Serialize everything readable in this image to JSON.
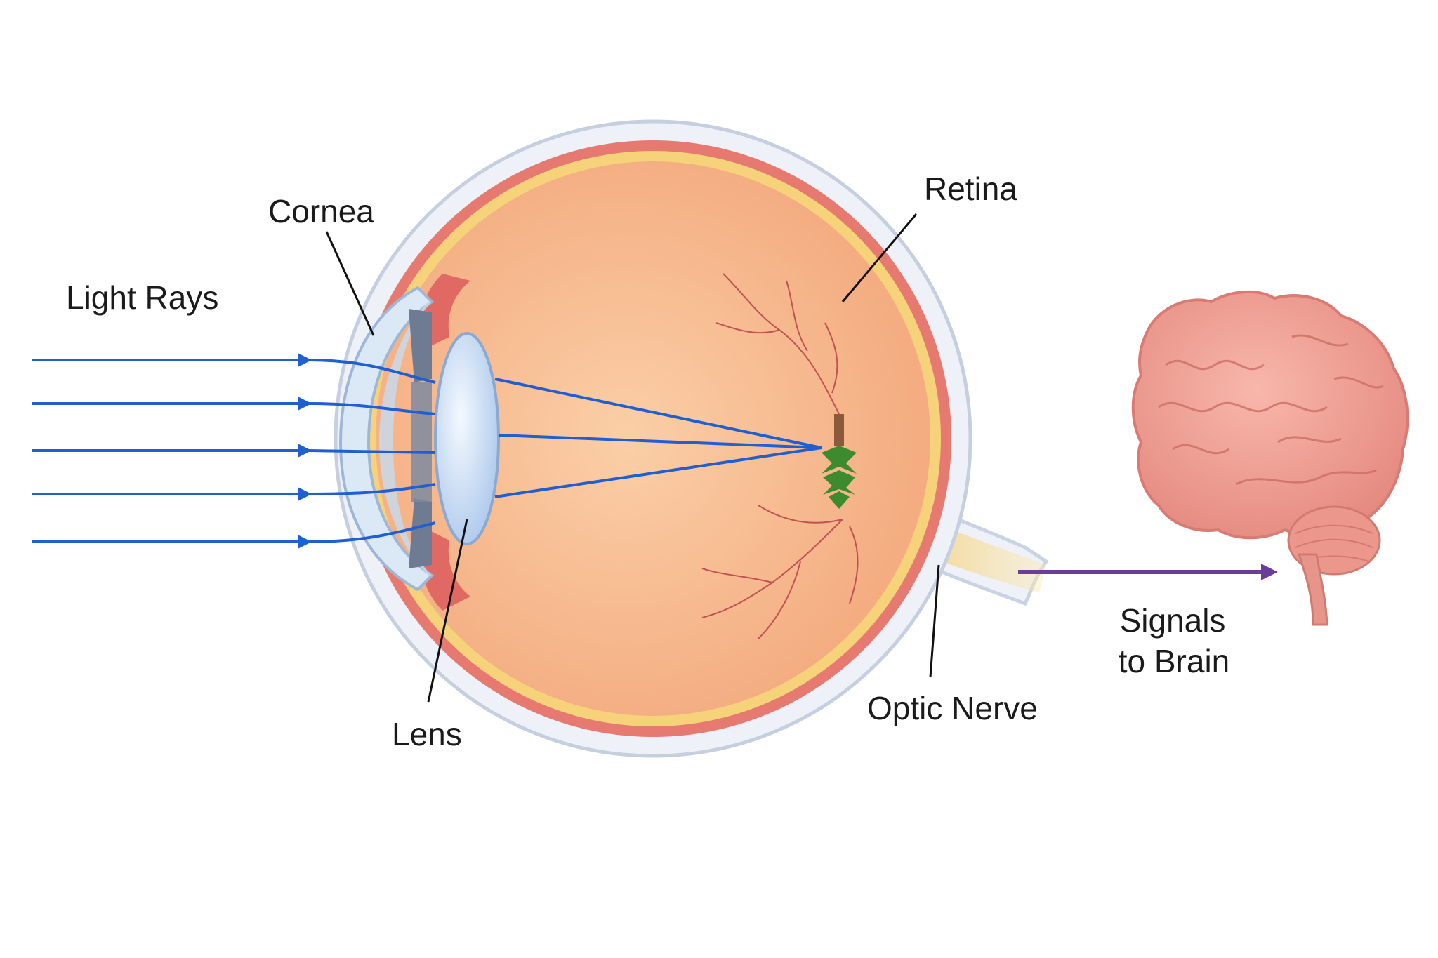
{
  "labels": {
    "cornea": "Cornea",
    "light_rays": "Light Rays",
    "retina": "Retina",
    "lens": "Lens",
    "optic_nerve": "Optic Nerve",
    "signals_line1": "Signals",
    "signals_line2": "to Brain"
  },
  "colors": {
    "background": "#ffffff",
    "light_ray": "#1f5fd1",
    "signal_arrow": "#6a3d9a",
    "sclera_outline": "#c9d3e3",
    "choroid": "#e0706a",
    "retina_layer": "#f6d27a",
    "vitreous": "#f6b68c",
    "lens": "#c9dcf3",
    "cornea": "#dbe9f7",
    "iris": "#6f7b92",
    "brain": "#f0a095",
    "blood_vessel": "#b8404a",
    "object_image": "#3d8b2e"
  }
}
